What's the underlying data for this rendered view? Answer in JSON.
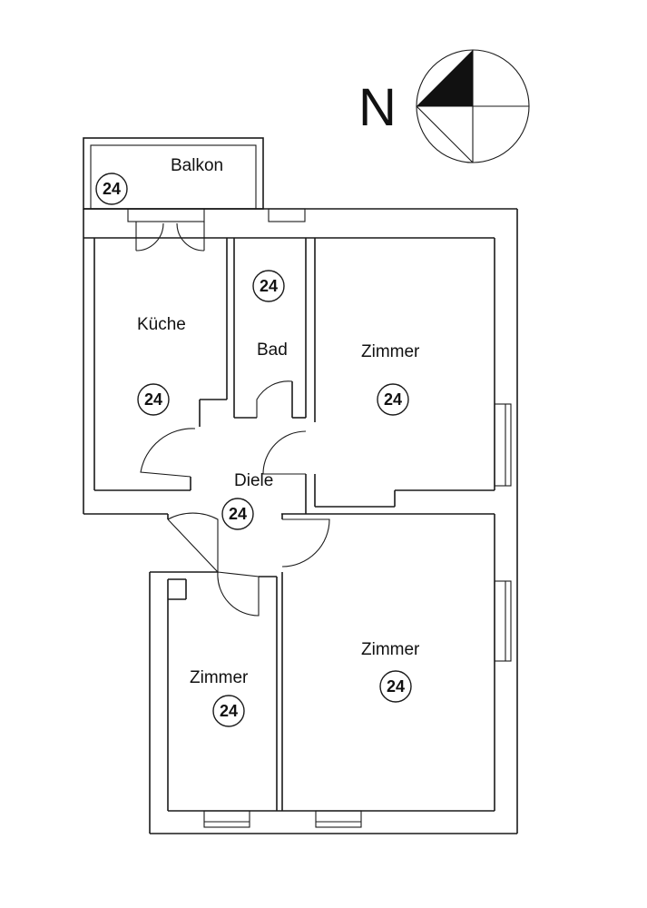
{
  "compass": {
    "label": "N"
  },
  "rooms": [
    {
      "id": "balkon",
      "name": "Balkon",
      "badge": "24"
    },
    {
      "id": "kueche",
      "name": "Küche",
      "badge": "24"
    },
    {
      "id": "bad",
      "name": "Bad",
      "badge": "24"
    },
    {
      "id": "zimmer1",
      "name": "Zimmer",
      "badge": "24"
    },
    {
      "id": "diele",
      "name": "Diele",
      "badge": "24"
    },
    {
      "id": "zimmer2",
      "name": "Zimmer",
      "badge": "24"
    },
    {
      "id": "zimmer3",
      "name": "Zimmer",
      "badge": "24"
    }
  ]
}
